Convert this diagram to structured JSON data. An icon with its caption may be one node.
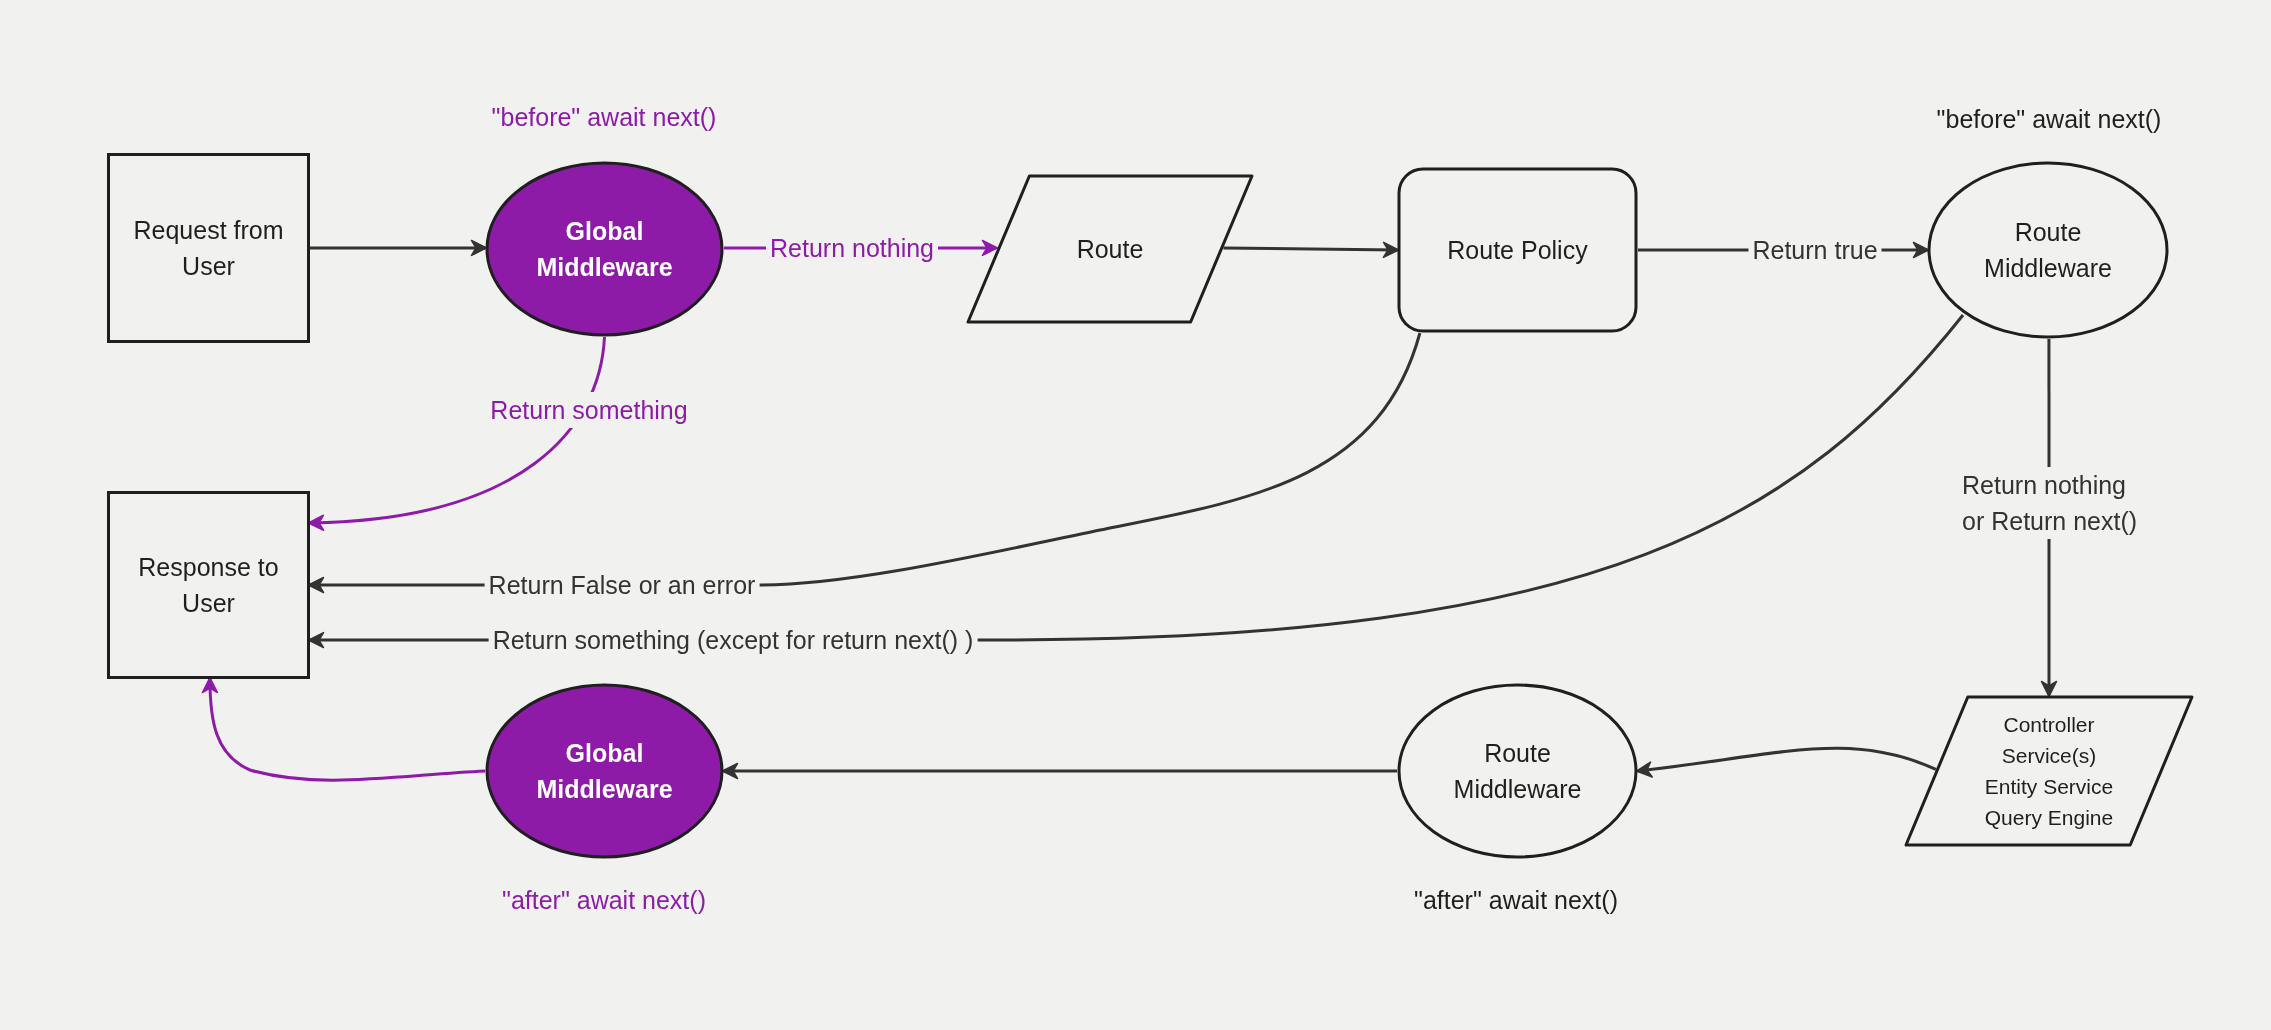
{
  "diagram": {
    "nodes": [
      {
        "text": [
          "Request from User"
        ]
      },
      {
        "text": [
          "Global Middleware"
        ],
        "beside": [
          "\"before\" await next()"
        ]
      },
      {
        "text": [
          "Route"
        ]
      },
      {
        "text": [
          "Route Policy"
        ]
      },
      {
        "text": [
          "Route Middleware"
        ],
        "beside": [
          "\"before\" await next()"
        ]
      },
      {
        "text": [
          "Response to User"
        ]
      },
      {
        "text": [
          "Global Middleware"
        ],
        "beside": [
          "\"after\" await next()"
        ]
      },
      {
        "text": [
          "Route Middleware"
        ],
        "beside": [
          "\"after\" await next()"
        ]
      },
      {
        "text": [
          "Controller",
          "Service(s)",
          "Entity Service",
          "Query Engine"
        ]
      }
    ],
    "edges": [
      {
        "from": 0,
        "to": 1,
        "arrow": "to"
      },
      {
        "from": 1,
        "to": 2,
        "arrow": "to",
        "label": "Return nothing",
        "color": "#8e1ba8"
      },
      {
        "from": 2,
        "to": 3,
        "arrow": "to"
      },
      {
        "from": 3,
        "to": 4,
        "arrow": "to",
        "label": "Return true"
      },
      {
        "from": 1,
        "to": 5,
        "arrow": "to",
        "label": "Return something",
        "color": "#8e1ba8"
      },
      {
        "from": 3,
        "to": 5,
        "arrow": "to",
        "label": "Return False or an error"
      },
      {
        "from": 4,
        "to": 5,
        "arrow": "to",
        "label": "Return something (except for return next() )"
      },
      {
        "from": 4,
        "to": 8,
        "arrow": "to",
        "label": "Return nothing or Return next()"
      },
      {
        "from": 8,
        "to": 7,
        "arrow": "to"
      },
      {
        "from": 7,
        "to": 6,
        "arrow": "to"
      },
      {
        "from": 6,
        "to": 5,
        "arrow": "to",
        "color": "#8e1ba8"
      }
    ]
  }
}
